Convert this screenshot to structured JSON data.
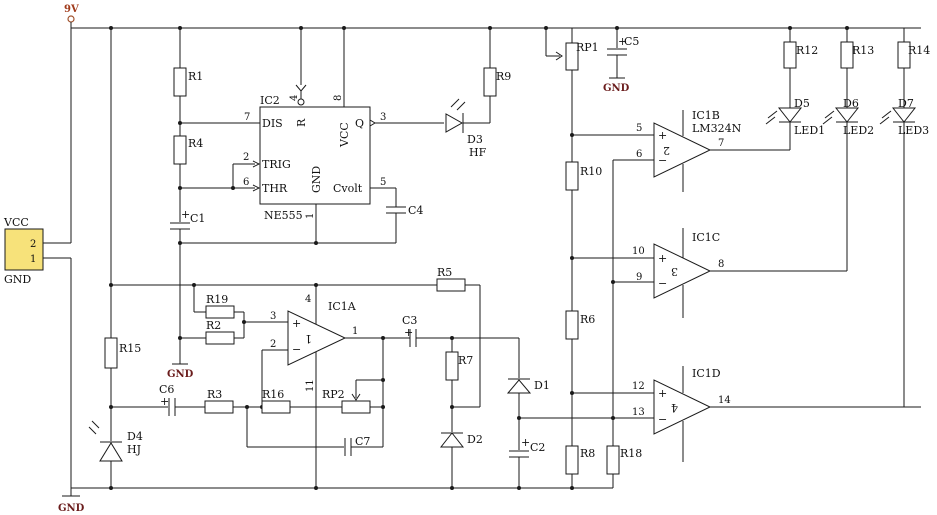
{
  "power": {
    "vcc_value": "9V",
    "gnd_label": "GND",
    "connector_label_top": "VCC",
    "connector_label_bottom": "GND",
    "connector_pin_top": "2",
    "connector_pin_bottom": "1"
  },
  "ne555": {
    "ref": "IC2",
    "part": "NE555",
    "dis": "DIS",
    "r": "R",
    "q": "Q",
    "vcc": "VCC",
    "trig": "TRIG",
    "gnd": "GND",
    "thr": "THR",
    "cvolt": "Cvolt",
    "pin7": "7",
    "pin2": "2",
    "pin6": "6",
    "pin4": "4",
    "pin8": "8",
    "pin3": "3",
    "pin5": "5",
    "pin1": "1"
  },
  "lm324": {
    "ic1a": "IC1A",
    "ic1b": "IC1B",
    "ic1b_part": "LM324N",
    "ic1c": "IC1C",
    "ic1d": "IC1D"
  },
  "opamp_numbers": {
    "a": "1",
    "b": "2",
    "c": "3",
    "d": "4"
  },
  "opamp_pins": {
    "a_plus": "3",
    "a_minus": "2",
    "a_out": "1",
    "a_vcc": "4",
    "a_gnd": "11",
    "b_plus": "5",
    "b_minus": "6",
    "b_out": "7",
    "c_plus": "10",
    "c_minus": "9",
    "c_out": "8",
    "d_plus": "12",
    "d_minus": "13",
    "d_out": "14"
  },
  "resistors": {
    "r1": "R1",
    "r2": "R2",
    "r3": "R3",
    "r4": "R4",
    "r5": "R5",
    "r6": "R6",
    "r7": "R7",
    "r8": "R8",
    "r9": "R9",
    "r10": "R10",
    "r12": "R12",
    "r13": "R13",
    "r14": "R14",
    "r15": "R15",
    "r16": "R16",
    "r18": "R18",
    "r19": "R19",
    "rp1": "RP1",
    "rp2": "RP2"
  },
  "capacitors": {
    "c1": "C1",
    "c2": "C2",
    "c3": "C3",
    "c4": "C4",
    "c5": "C5",
    "c6": "C6",
    "c7": "C7",
    "plus": "+"
  },
  "diodes": {
    "d1": "D1",
    "d2": "D2",
    "d3": "D3",
    "d3_name": "HF",
    "d4": "D4",
    "d4_name": "HJ",
    "d5": "D5",
    "d6": "D6",
    "d7": "D7",
    "led1": "LED1",
    "led2": "LED2",
    "led3": "LED3"
  },
  "colors": {
    "wire": "#1a1a1a",
    "power_label": "#a03a1a",
    "ground_label": "#6a1c1c",
    "connector_fill": "#f7e27a",
    "terminal_ring": "#a0522d"
  }
}
